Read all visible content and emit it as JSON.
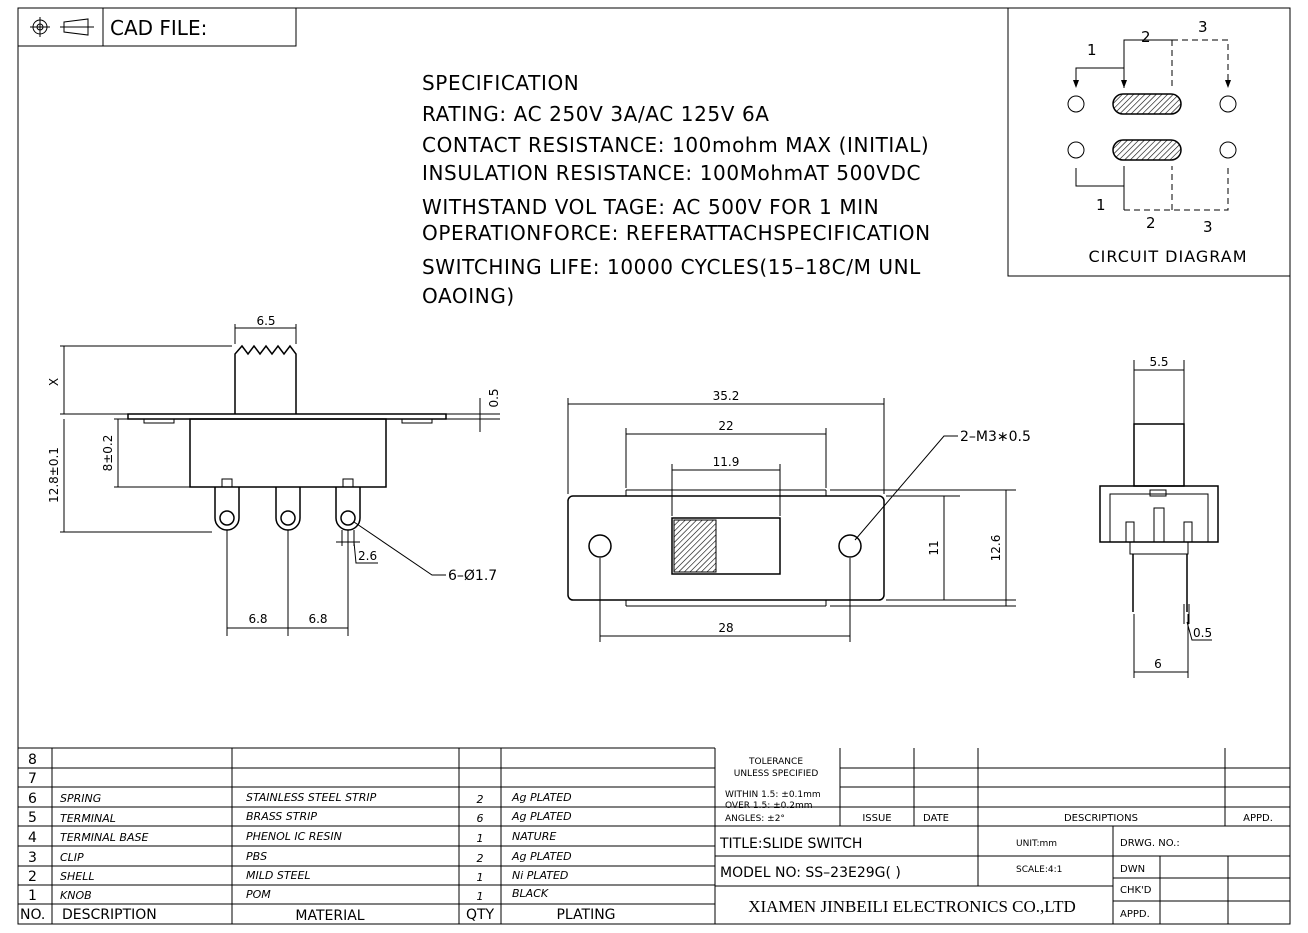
{
  "header": {
    "cad_label": "CAD FILE:",
    "projection_icon": "first-angle-projection-icon"
  },
  "specification": {
    "title": "SPECIFICATION",
    "lines": [
      "RATING: AC  250V  3A/AC  125V  6A",
      "CONTACT  RESISTANCE: 100mohm  MAX  (INITIAL)",
      "INSULATION  RESISTANCE: 100MohmAT  500VDC",
      "WITHSTAND  VOL TAGE: AC  500V  FOR  1  MIN",
      "OPERATIONFORCE: REFERATTACHSPECIFICATION",
      "SWITCHING  LIFE: 10000  CYCLES(15–18C/M  UNL",
      "OAOING)"
    ]
  },
  "circuit_diagram": {
    "caption": "CIRCUIT  DIAGRAM",
    "top_labels": [
      "1",
      "2",
      "3"
    ],
    "bottom_labels": [
      "1",
      "2",
      "3"
    ]
  },
  "side_view": {
    "dim_knob_width": "6.5",
    "dim_knob_height": "X",
    "dim_plate": "0.5",
    "dim_body_height": "12.8±0.1",
    "dim_body_inner": "8±0.2",
    "dim_pin_width": "2.6",
    "dim_pin_pitch_1": "6.8",
    "dim_pin_pitch_2": "6.8",
    "callout_holes": "6–Ø1.7"
  },
  "top_view": {
    "dim_overall": "35.2",
    "dim_body": "22",
    "dim_slot": "11.9",
    "dim_hole_pitch": "28",
    "dim_height_inner": "11",
    "dim_height_outer": "12.6",
    "callout_mount": "2–M3∗0.5"
  },
  "end_view": {
    "dim_knob": "5.5",
    "dim_pin": "0.5",
    "dim_pin_spacing": "6"
  },
  "bom": {
    "headers": {
      "no": "NO.",
      "description": "DESCRIPTION",
      "material": "MATERIAL",
      "qty": "QTY",
      "plating": "PLATING"
    },
    "rows": [
      {
        "no": "8",
        "description": "",
        "material": "",
        "qty": "",
        "plating": ""
      },
      {
        "no": "7",
        "description": "",
        "material": "",
        "qty": "",
        "plating": ""
      },
      {
        "no": "6",
        "description": "SPRING",
        "material": "STAINLESS  STEEL  STRIP",
        "qty": "2",
        "plating": "Ag  PLATED"
      },
      {
        "no": "5",
        "description": "TERMINAL",
        "material": "BRASS  STRIP",
        "qty": "6",
        "plating": "Ag  PLATED"
      },
      {
        "no": "4",
        "description": "TERMINAL  BASE",
        "material": "PHENOL  IC  RESIN",
        "qty": "1",
        "plating": "NATURE"
      },
      {
        "no": "3",
        "description": "CLIP",
        "material": "PBS",
        "qty": "2",
        "plating": "Ag  PLATED"
      },
      {
        "no": "2",
        "description": "SHELL",
        "material": "MILD  STEEL",
        "qty": "1",
        "plating": "Ni  PLATED"
      },
      {
        "no": "1",
        "description": "KNOB",
        "material": "POM",
        "qty": "1",
        "plating": "BLACK"
      }
    ]
  },
  "title_block": {
    "tolerance_1": "TOLERANCE",
    "tolerance_2": "UNLESS  SPECIFIED",
    "within": "WITHIN  1.5: ±0.1mm",
    "over": "OVER  1.5:  ±0.2mm",
    "angles": "ANGLES: ±2°",
    "issue": "ISSUE",
    "date": "DATE",
    "descriptions": "DESCRIPTIONS",
    "appd": "APPD.",
    "title": "TITLE:SLIDE  SWITCH",
    "unit": "UNIT:mm",
    "drwg_no": "DRWG.  NO.:",
    "model": "MODEL  NO: SS–23E29G(  )",
    "scale": "SCALE:4:1",
    "dwn": "DWN",
    "chkd": "CHK'D",
    "appd2": "APPD.",
    "company": "XIAMEN JINBEILI ELECTRONICS CO.,LTD"
  }
}
